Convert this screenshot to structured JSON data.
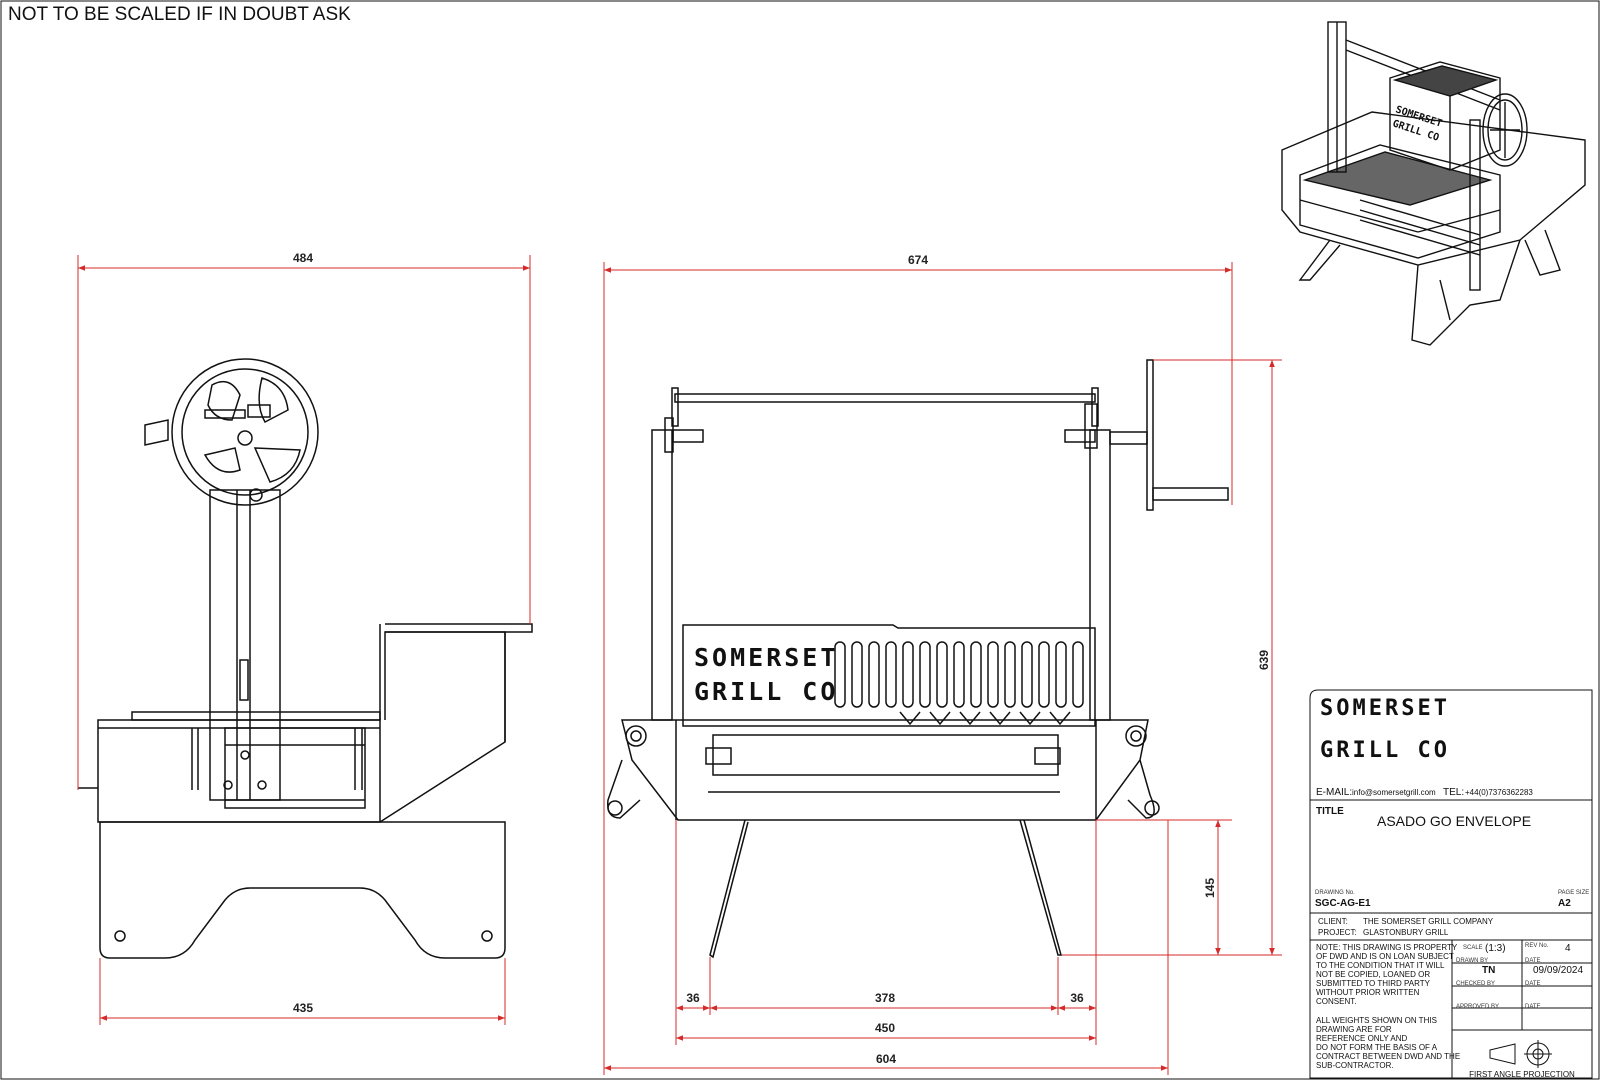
{
  "header_note": "NOT TO BE SCALED  IF IN DOUBT ASK",
  "dimensions": {
    "side_width_top": "484",
    "side_width_bottom": "435",
    "front_width_top": "674",
    "front_height": "639",
    "leg_height": "145",
    "leg_offset_left": "36",
    "inner_width": "378",
    "leg_offset_right": "36",
    "base_width": "450",
    "overall_width": "604"
  },
  "engraving": {
    "line1": "SOMERSET",
    "line2": "GRILL CO"
  },
  "title_block": {
    "company_line1": "SOMERSET",
    "company_line2": "GRILL CO",
    "email_label": "E-MAIL:",
    "email": "info@somersetgrill.com",
    "tel_label": "TEL:",
    "tel": "+44(0)7376362283",
    "title_label": "TITLE",
    "title": "ASADO GO ENVELOPE",
    "drawing_no_label": "DRAWING No.",
    "drawing_no": "SGC-AG-E1",
    "page_size_label": "PAGE SIZE",
    "page_size": "A2",
    "client_label": "CLIENT:",
    "client": "THE SOMERSET GRILL COMPANY",
    "project_label": "PROJECT:",
    "project": "GLASTONBURY GRILL",
    "note_lines": [
      "NOTE: THIS DRAWING IS PROPERTY",
      "OF DWD AND IS ON LOAN SUBJECT",
      "TO THE CONDITION THAT IT WILL",
      "NOT BE COPIED, LOANED OR",
      "SUBMITTED TO THIRD PARTY",
      "WITHOUT PRIOR WRITTEN",
      "CONSENT."
    ],
    "weights_lines": [
      "ALL WEIGHTS SHOWN ON THIS",
      "DRAWING ARE FOR",
      "REFERENCE ONLY AND",
      "DO NOT FORM THE BASIS OF A",
      "CONTRACT BETWEEN DWD AND THE",
      "SUB-CONTRACTOR."
    ],
    "scale_label": "SCALE",
    "scale": "(1:3)",
    "rev_label": "REV No.",
    "rev": "4",
    "drawn_by_label": "DRAWN BY",
    "drawn_by": "TN",
    "date_label": "DATE",
    "date": "09/09/2024",
    "checked_by_label": "CHECKED BY",
    "approved_by_label": "APPROVED BY",
    "projection": "FIRST ANGLE PROJECTION"
  },
  "colors": {
    "dimension_line": "#d42a2a",
    "drawing_line": "#111111",
    "paper": "#ffffff"
  }
}
